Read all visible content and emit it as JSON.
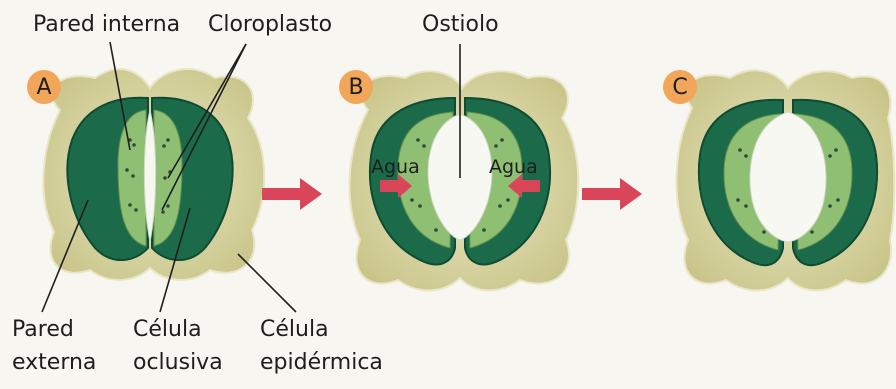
{
  "labels": {
    "pared_interna": "Pared interna",
    "cloroplasto": "Cloroplasto",
    "ostiolo": "Ostiolo",
    "pared_externa_1": "Pared",
    "pared_externa_2": "externa",
    "celula_oclusiva_1": "Célula",
    "celula_oclusiva_2": "oclusiva",
    "celula_epidermica_1": "Célula",
    "celula_epidermica_2": "epidérmica",
    "agua_left": "Agua",
    "agua_right": "Agua"
  },
  "panels": {
    "a": "A",
    "b": "B",
    "c": "C"
  },
  "colors": {
    "epidermal_cell": "#d7d49a",
    "outer_wall": "#1b6b4a",
    "inner_cell": "#8fbf73",
    "arrow": "#d9465a",
    "badge": "#f2a65a"
  }
}
